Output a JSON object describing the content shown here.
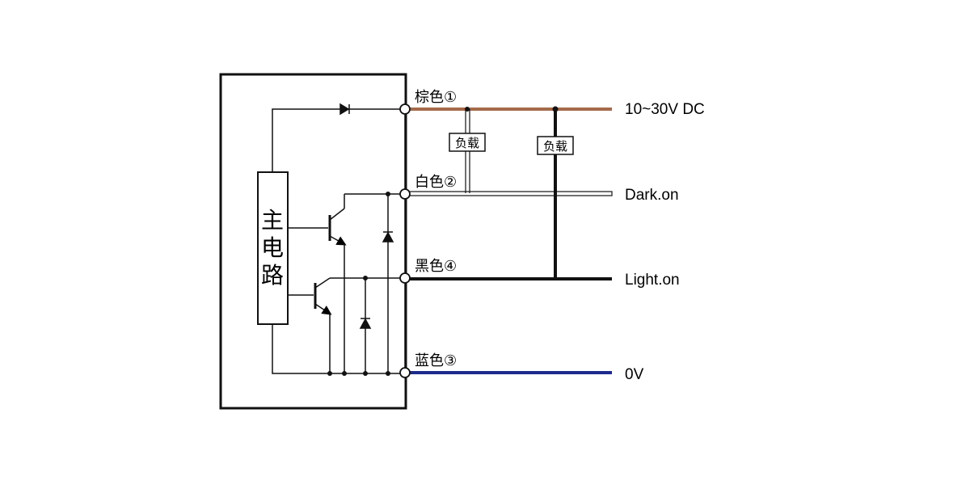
{
  "main_circuit": {
    "label_lines": [
      "主",
      "电",
      "路"
    ]
  },
  "wires": [
    {
      "label": "棕色①",
      "output": "10~30V DC",
      "color": "#a46a4a"
    },
    {
      "label": "白色②",
      "output": "Dark.on",
      "color": "#ffffff"
    },
    {
      "label": "黑色④",
      "output": "Light.on",
      "color": "#111111"
    },
    {
      "label": "蓝色③",
      "output": "0V",
      "color": "#1c2a8c"
    }
  ],
  "loads": [
    {
      "label": "负载"
    },
    {
      "label": "负载"
    }
  ]
}
